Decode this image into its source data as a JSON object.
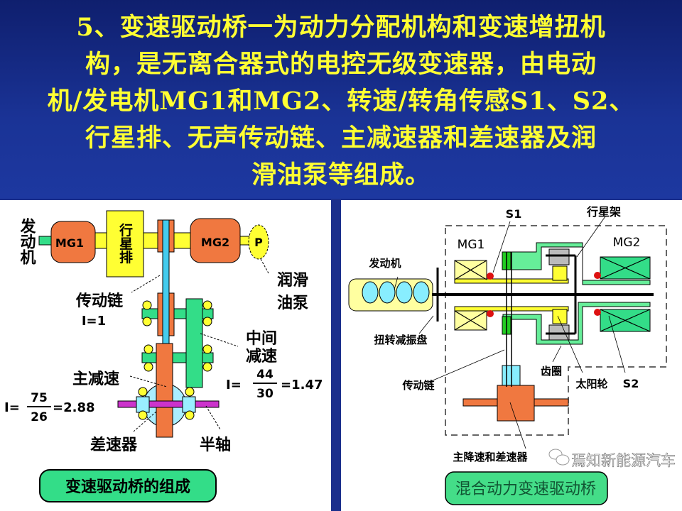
{
  "title_lines": [
    "5、变速驱动桥一为动力分配机构和变速增扭机",
    "构，是无离合器式的电控无级变速器，由电动",
    "机/发电机MG1和MG2、转速/转角传感S1、S2、",
    "行星排、无声传动链、主减速器和差速器及润",
    "滑油泵等组成。"
  ],
  "left_diagram": {
    "engine": "发动机",
    "mg1": "MG1",
    "planetary": "行星排",
    "mg2": "MG2",
    "pump": "P",
    "pump_label": [
      "润滑",
      "油泵"
    ],
    "chain": "传动链",
    "chain_ratio": "I=1",
    "mid_reduction": [
      "中间",
      "减速"
    ],
    "mid_ratio": {
      "prefix": "I=",
      "num": "44",
      "den": "30",
      "result": "=1.47"
    },
    "final_drive": "主减速",
    "final_ratio": {
      "prefix": "I=",
      "num": "75",
      "den": "26",
      "result": "=2.88"
    },
    "differential": "差速器",
    "half_shaft": "半轴",
    "caption": "变速驱动桥的组成"
  },
  "right_diagram": {
    "s1": "S1",
    "carrier": "行星架",
    "mg1": "MG1",
    "mg2": "MG2",
    "engine": "发动机",
    "damper": "扭转减振盘",
    "chain": "传动链",
    "ring_gear": "齿圈",
    "sun_gear": "太阳轮",
    "s2": "S2",
    "final": "主降速和差速器",
    "caption": "混合动力变速驱动桥",
    "watermark": "焉知新能源汽车"
  }
}
